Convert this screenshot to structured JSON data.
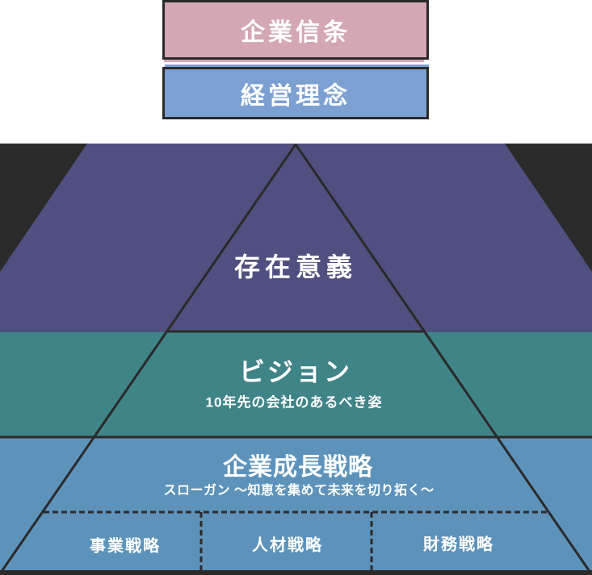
{
  "top_boxes": {
    "creed": {
      "label": "企業信条"
    },
    "philosophy": {
      "label": "経営理念"
    }
  },
  "pyramid": {
    "purpose": {
      "title": "存在意義"
    },
    "vision": {
      "title": "ビジョン",
      "subtitle": "10年先の会社のあるべき姿"
    },
    "growth": {
      "title": "企業成長戦略",
      "subtitle": "スローガン ～知恵を集めて未来を切り拓く～"
    },
    "strategies": [
      {
        "label": "事業戦略"
      },
      {
        "label": "人材戦略"
      },
      {
        "label": "財務戦略"
      }
    ]
  },
  "colors": {
    "creed_fill": "#d3a7b3",
    "philosophy_fill": "#7da0d3",
    "purpose_fill": "#505080",
    "vision_fill": "#3f8486",
    "growth_fill": "#5d93ba",
    "outline_dark": "#2a2a2a",
    "background_dark": "#2a2a2a",
    "top_background": "#ffffff",
    "text": "#ffffff"
  }
}
